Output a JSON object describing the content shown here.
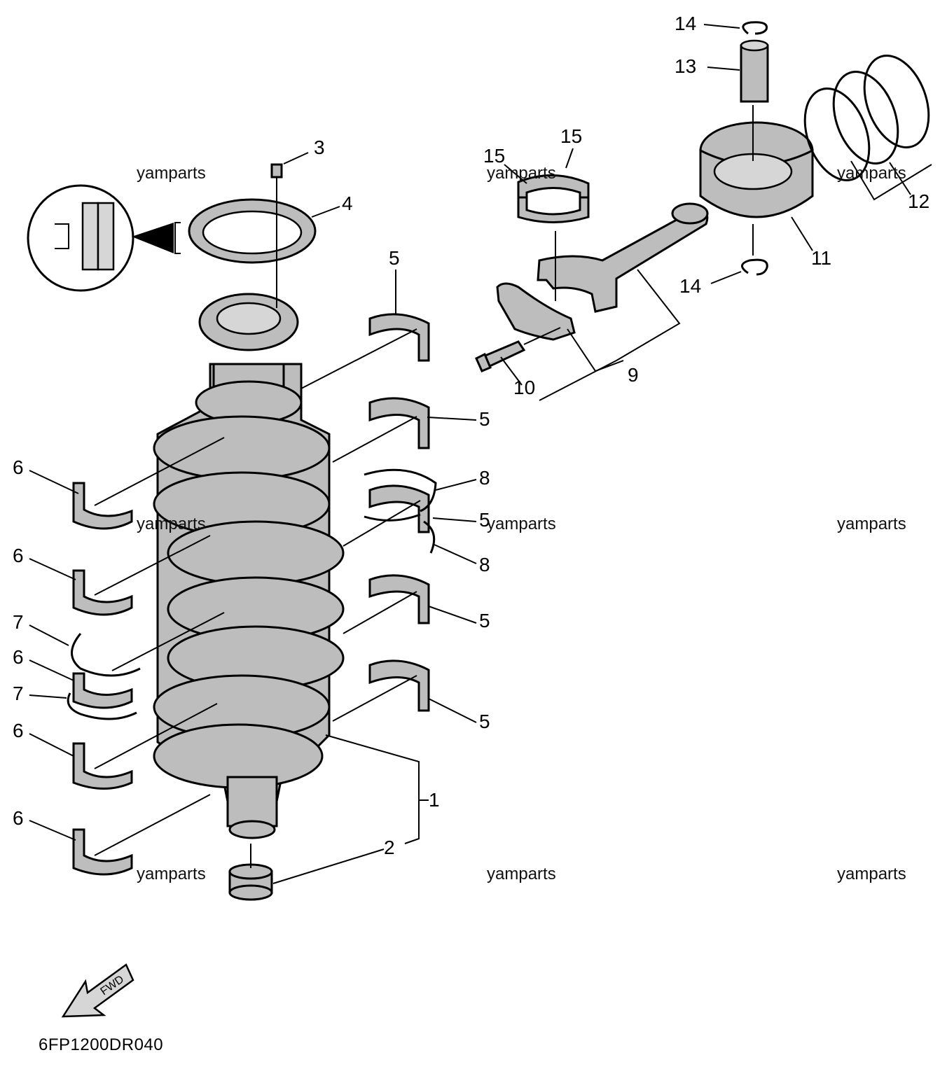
{
  "watermark": "yamparts",
  "diagram_code": "6FP1200DR040",
  "fwd_label": "FWD",
  "callouts": {
    "c1": "1",
    "c2": "2",
    "c3": "3",
    "c4": "4",
    "c5a": "5",
    "c5b": "5",
    "c5c": "5",
    "c5d": "5",
    "c5e": "5",
    "c6a": "6",
    "c6b": "6",
    "c6c": "6",
    "c6d": "6",
    "c6e": "6",
    "c7a": "7",
    "c7b": "7",
    "c8a": "8",
    "c8b": "8",
    "c9": "9",
    "c10": "10",
    "c11": "11",
    "c12": "12",
    "c13": "13",
    "c14a": "14",
    "c14b": "14",
    "c15a": "15",
    "c15b": "15"
  }
}
